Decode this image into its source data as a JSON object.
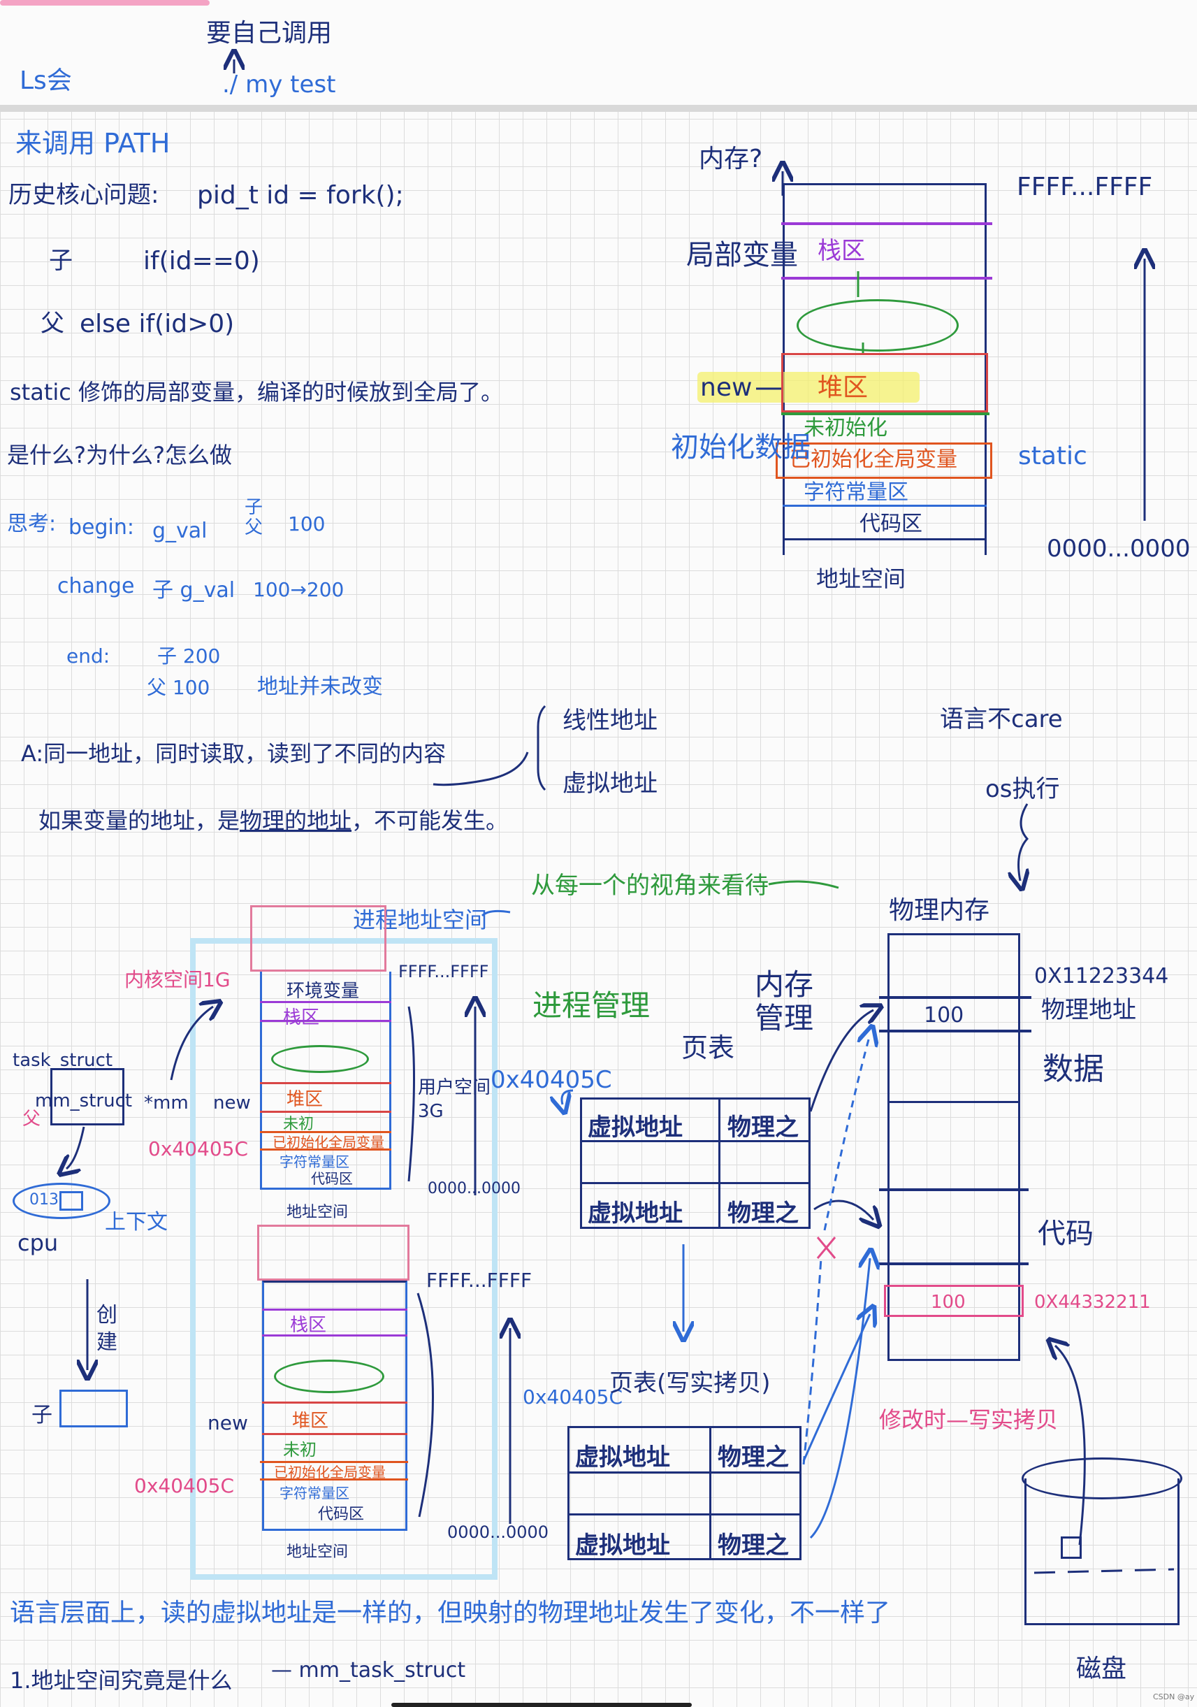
{
  "top": {
    "self_call": "要自己调用",
    "ls": "Ls会",
    "mytest": "./ my test"
  },
  "notes": {
    "path_line": "来调用 PATH",
    "history": "历史核心问题:",
    "fork_code": "pid_t  id = fork();",
    "child_label": "子",
    "child_code": "if(id==0)",
    "parent_label": "父",
    "parent_code": "else  if(id>0)",
    "static_note": "static 修饰的局部变量，编译的时候放到全局了。",
    "question": "是什么?为什么?怎么做",
    "think": "思考:",
    "begin": "begin:",
    "gval1": "g_val",
    "begin_roles": "子\n父",
    "begin_val": "100",
    "change": "change",
    "change_child": "子 g_val",
    "change_val": "100→200",
    "end": "end:",
    "end_child": "子  200",
    "end_parent": "父  100",
    "addr_unchanged": "地址并未改变",
    "a_line": "A:同一地址，同时读取，读到了不同的内容",
    "linear": "线性地址",
    "virtual": "虚拟地址",
    "physical_line_pre": "如果变量的地址，是",
    "physical_line_mid": "物理的地址",
    "physical_line_post": "，不可能发生。",
    "lang_care": "语言不care",
    "os_exec": "os执行"
  },
  "memory_diagram": {
    "title": "内存?",
    "top_addr": "FFFF...FFFF",
    "bottom_addr": "0000...0000",
    "local_var": "局部变量",
    "stack": "栈区",
    "new": "new",
    "heap": "堆区",
    "init_data": "初始化数据",
    "uninit": "未初始化",
    "init_global": "已初始化全局变量",
    "string_const": "字符常量区",
    "code": "代码区",
    "static": "static",
    "addr_space": "地址空间"
  },
  "process_diagram": {
    "proc_addr_space": "进程地址空间",
    "perspective": "从每一个的视角来看待",
    "kernel": "内核空间1G",
    "top_addr": "FFFF...FFFF",
    "env": "环境变量",
    "stack": "栈区",
    "new": "new",
    "heap": "堆区",
    "uninit": "未初",
    "init_global": "已初始化全局变量",
    "string_const": "字符常量区",
    "code": "代码区",
    "addr": "0x40405C",
    "user_space": "用户空间\n3G",
    "bottom_addr": "0000...0000",
    "addr_space": "地址空间",
    "task_struct": "task_struct",
    "mm_struct": "mm_struct",
    "mm_ptr": "*mm",
    "parent": "父",
    "child": "子",
    "cpu": "cpu",
    "context": "上下文",
    "create": "创\n建",
    "reg": "013",
    "proc_mgmt": "进程管理",
    "mem_mgmt": "内存\n管理",
    "page_table": "页表",
    "page_table_cow": "页表(写实拷贝)",
    "vaddr": "虚拟地址",
    "paddr": "物理之",
    "phys_mem": "物理内存",
    "phys_addr_hex": "0X11223344",
    "phys_addr": "物理地址",
    "val": "100",
    "data": "数据",
    "code_label": "代码",
    "hex2": "0X44332211",
    "cow_note": "修改时—写实拷贝",
    "disk": "磁盘"
  },
  "bottom": {
    "summary": "语言层面上，读的虚拟地址是一样的，但映射的物理地址发生了变化，不一样了",
    "q1": "1.地址空间究竟是什么",
    "q1_answer": "— mm_task_struct"
  },
  "footer": {
    "watermark": "CSDN @ay"
  },
  "colors": {
    "navy": "#1d2f7a",
    "blue": "#2f6bd6",
    "pink": "#e24b8a",
    "green": "#2e9a3c",
    "purple": "#9b3ad6",
    "orange": "#e0551f"
  }
}
